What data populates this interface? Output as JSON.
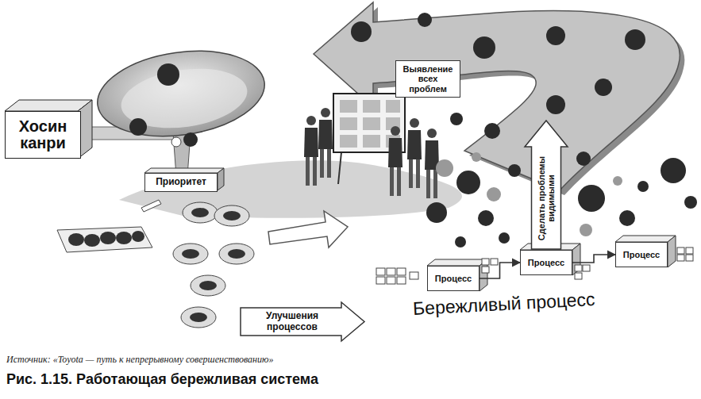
{
  "diagram": {
    "caption": "Рис. 1.15. Работающая бережливая система",
    "nodes": [
      {
        "text": [
          "Хосин канри"
        ]
      },
      {
        "text": [
          "Приоритет"
        ]
      },
      {
        "text": [
          "Выявление всех проблем"
        ]
      },
      {
        "text": [
          "Сделать проблемы видимыми"
        ]
      },
      {
        "text": [
          "Улучшения процессов"
        ]
      },
      {
        "text": [
          "Процесс"
        ]
      },
      {
        "text": [
          "Процесс"
        ]
      },
      {
        "text": [
          "Процесс"
        ]
      }
    ],
    "edges": [
      {
        "from": 5,
        "to": 6,
        "arrow": "to"
      },
      {
        "from": 6,
        "to": 7,
        "arrow": "to"
      }
    ],
    "labels": [
      "Бережливый процесс",
      "Источник: «Toyota — путь к непрерывному совершенствованию»"
    ]
  }
}
